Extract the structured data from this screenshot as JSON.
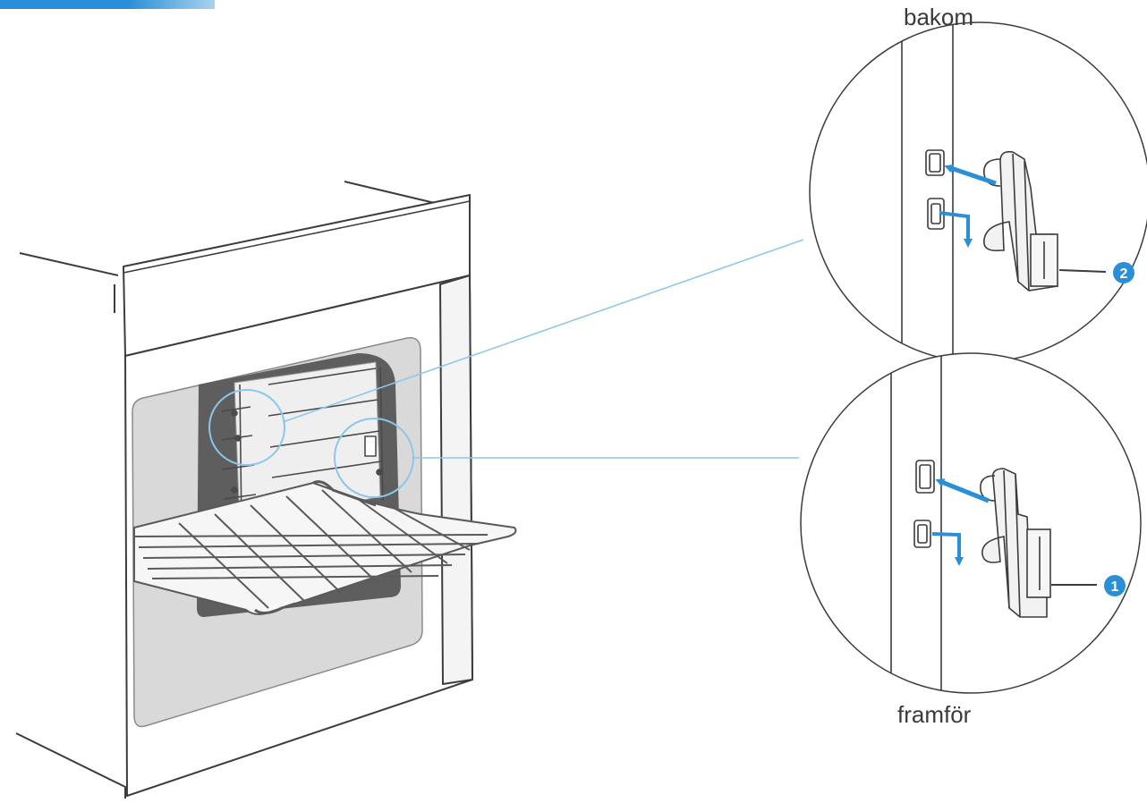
{
  "labels": {
    "rear": "bakom",
    "front": "framför",
    "callout_front": "1",
    "callout_rear": "2"
  },
  "colors": {
    "accent": "#2a8fd6",
    "callout_line": "#8cc6ea",
    "oven_window": "#d9d9d9",
    "cavity": "#5e5e5e",
    "outline": "#3c3c3c"
  }
}
